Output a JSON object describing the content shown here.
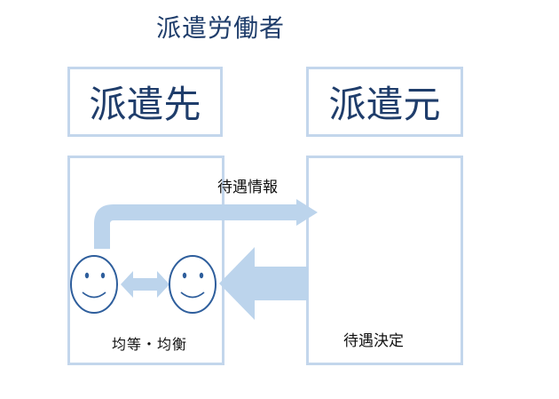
{
  "title": "派遣労働者",
  "destination": {
    "label": "派遣先"
  },
  "origin": {
    "label": "派遣元"
  },
  "arrows": {
    "info_label": "待遇情報",
    "decision_label": "待遇決定"
  },
  "workers": {
    "balance_label": "均等・均衡"
  },
  "colors": {
    "box_border": "#c3d6ec",
    "arrow_fill": "#bcd4ec",
    "face_stroke": "#2e5e9c",
    "text_dark": "#1f3d6b"
  }
}
